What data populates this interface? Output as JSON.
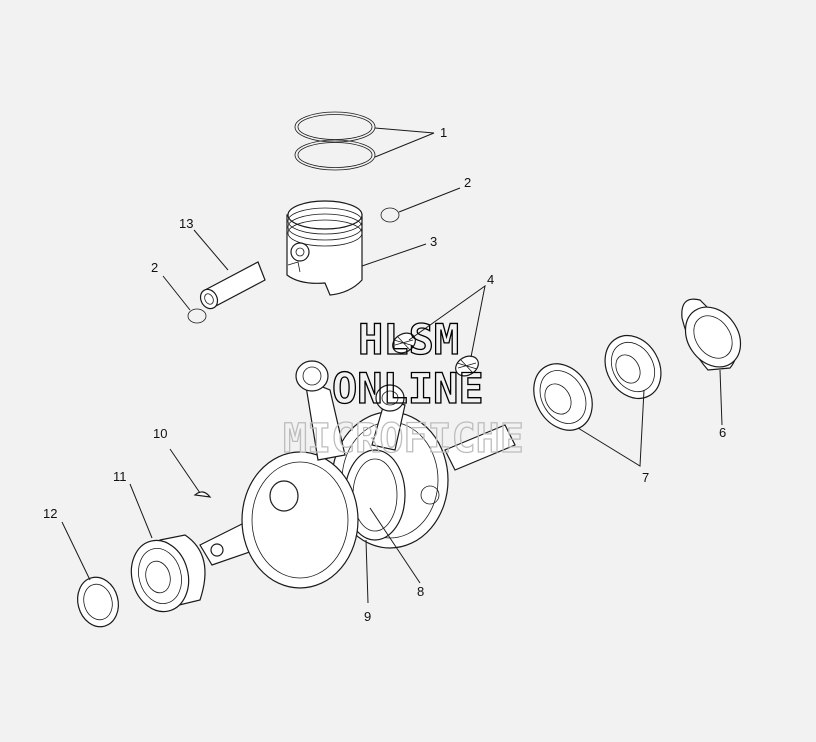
{
  "diagram": {
    "callouts": [
      {
        "id": "c1",
        "label": "1"
      },
      {
        "id": "c2a",
        "label": "2"
      },
      {
        "id": "c2b",
        "label": "2"
      },
      {
        "id": "c3",
        "label": "3"
      },
      {
        "id": "c4",
        "label": "4"
      },
      {
        "id": "c6",
        "label": "6"
      },
      {
        "id": "c7",
        "label": "7"
      },
      {
        "id": "c8",
        "label": "8"
      },
      {
        "id": "c9",
        "label": "9"
      },
      {
        "id": "c10",
        "label": "10"
      },
      {
        "id": "c11",
        "label": "11"
      },
      {
        "id": "c12",
        "label": "12"
      },
      {
        "id": "c13",
        "label": "13"
      }
    ]
  },
  "watermark": {
    "line1": "HLSM",
    "line2": "ONLINE",
    "line3": "MICROFICHE"
  },
  "colors": {
    "background": "#f2f2f2",
    "line": "#1a1a1a"
  }
}
